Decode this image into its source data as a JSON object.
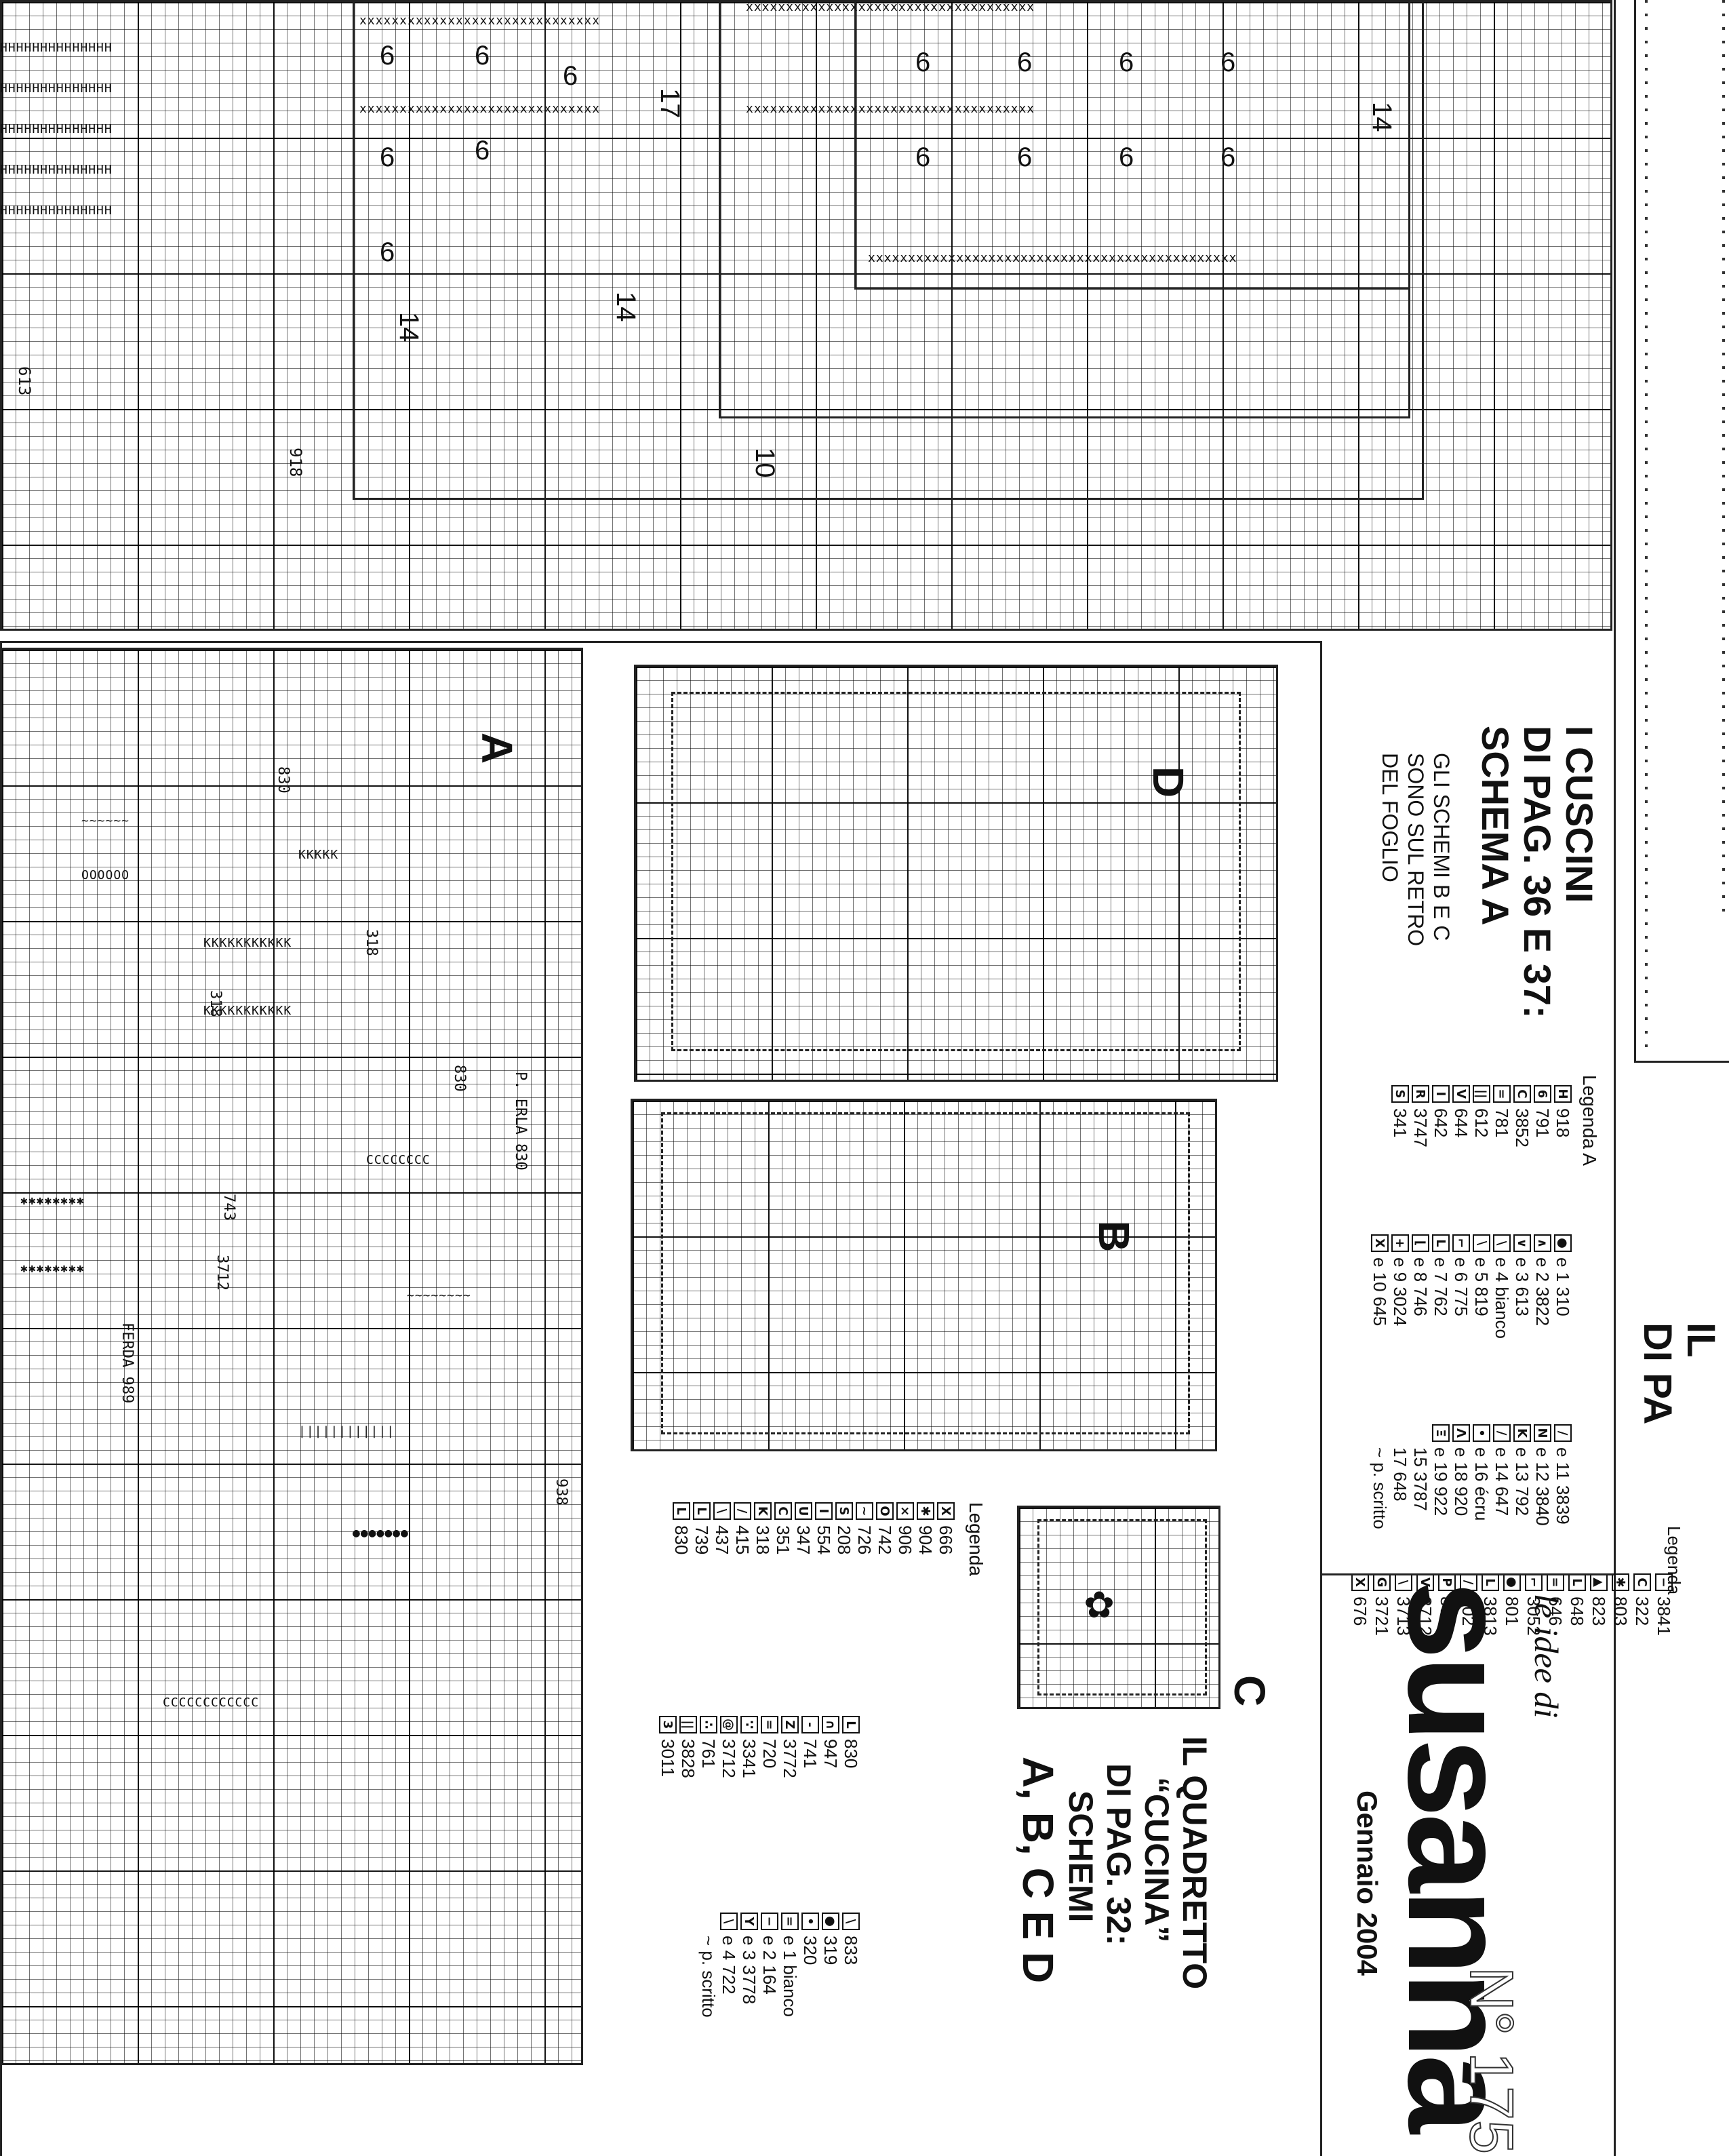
{
  "cushions": {
    "line1": "I CUSCINI",
    "line2": "DI PAG. 36 E 37:",
    "line3": "SCHEMA A",
    "note1": "GLI SCHEMI B E C",
    "note2": "SONO SUL RETRO",
    "note3": "DEL FOGLIO",
    "legend_title": "Legenda A",
    "legend_col1": [
      {
        "sym": "H",
        "code": "918"
      },
      {
        "sym": "6",
        "code": "791"
      },
      {
        "sym": "C",
        "code": "3852"
      },
      {
        "sym": "=",
        "code": "781"
      },
      {
        "sym": "||",
        "code": "612"
      },
      {
        "sym": "V",
        "code": "644"
      },
      {
        "sym": "I",
        "code": "642"
      },
      {
        "sym": "R",
        "code": "3747"
      },
      {
        "sym": "S",
        "code": "341"
      }
    ],
    "legend_col2": [
      {
        "sym": "●",
        "code": "e 1 310"
      },
      {
        "sym": "∧",
        "code": "e 2 3822"
      },
      {
        "sym": "∨",
        "code": "e 3 613"
      },
      {
        "sym": "\\",
        "code": "e 4 bianco"
      },
      {
        "sym": "∖",
        "code": "e 5 819"
      },
      {
        "sym": "⌐",
        "code": "e 6 775"
      },
      {
        "sym": "L",
        "code": "e 7 762"
      },
      {
        "sym": "⌊",
        "code": "e 8 746"
      },
      {
        "sym": "+",
        "code": "e 9 3024"
      },
      {
        "sym": "X",
        "code": "e 10 645"
      }
    ],
    "legend_col3": [
      {
        "sym": "∕",
        "code": "e 11 3839"
      },
      {
        "sym": "N",
        "code": "e 12 3840"
      },
      {
        "sym": "K",
        "code": "e 13 792"
      },
      {
        "sym": "/",
        "code": "e 14 647"
      },
      {
        "sym": "•",
        "code": "e 16 écru"
      },
      {
        "sym": "Λ",
        "code": "e 18 920"
      },
      {
        "sym": "Ξ",
        "code": "e 19 922"
      },
      {
        "sym": "",
        "code": "15 3787"
      },
      {
        "sym": "",
        "code": "17 648"
      },
      {
        "sym": "",
        "code": "~ p. scritto"
      }
    ]
  },
  "kitchen": {
    "line1": "IL QUADRETTO",
    "line2": "“CUCINA”",
    "line3": "DI PAG. 32:",
    "line4": "SCHEMI",
    "line5": "A, B, C E D",
    "legend_title": "Legenda",
    "legend_col1": [
      {
        "sym": "X",
        "code": "666"
      },
      {
        "sym": "✱",
        "code": "904"
      },
      {
        "sym": "×",
        "code": "906"
      },
      {
        "sym": "O",
        "code": "742"
      },
      {
        "sym": "~",
        "code": "726"
      },
      {
        "sym": "S",
        "code": "208"
      },
      {
        "sym": "I",
        "code": "554"
      },
      {
        "sym": "U",
        "code": "347"
      },
      {
        "sym": "C",
        "code": "351"
      },
      {
        "sym": "K",
        "code": "318"
      },
      {
        "sym": "/",
        "code": "415"
      },
      {
        "sym": "\\",
        "code": "437"
      },
      {
        "sym": "L",
        "code": "739"
      },
      {
        "sym": "L",
        "code": "830"
      }
    ],
    "legend_col2": [
      {
        "sym": "L",
        "code": "830"
      },
      {
        "sym": "∩",
        "code": "947"
      },
      {
        "sym": "-",
        "code": "741"
      },
      {
        "sym": "Z",
        "code": "3772"
      },
      {
        "sym": "=",
        "code": "720"
      },
      {
        "sym": "∵",
        "code": "3341"
      },
      {
        "sym": "@",
        "code": "3712"
      },
      {
        "sym": "∴",
        "code": "761"
      },
      {
        "sym": "||",
        "code": "3828"
      },
      {
        "sym": "3",
        "code": "3011"
      }
    ],
    "legend_col3": [
      {
        "sym": "\\",
        "code": "833"
      },
      {
        "sym": "●",
        "code": "319"
      },
      {
        "sym": "•",
        "code": "320"
      },
      {
        "sym": "=",
        "code": "e 1 bianco"
      },
      {
        "sym": "−",
        "code": "e 2 164"
      },
      {
        "sym": "Y",
        "code": "e 3 3778"
      },
      {
        "sym": "\\",
        "code": "e 4 722"
      },
      {
        "sym": "",
        "code": "~ p. scritto"
      }
    ]
  },
  "magazine": {
    "brand_small": "le idee di",
    "brand": "susanna",
    "issue": "N° 175",
    "date": "Gennaio 2004"
  },
  "chart_labels": {
    "A": "A",
    "B": "B",
    "C": "C",
    "D": "D",
    "n10": "10",
    "n14a": "14",
    "n14b": "14",
    "n14c": "14",
    "n17": "17"
  },
  "right_edge": {
    "line1": "IL",
    "line2": "DI PA",
    "legend_title": "Legenda",
    "codes": [
      "3841",
      "322",
      "803",
      "823",
      "648",
      "646",
      "3052",
      "801",
      "3813",
      "502",
      "800",
      "3712",
      "3713",
      "3721",
      "676"
    ]
  },
  "chart_notes": {
    "n830a": "830",
    "n318a": "318",
    "n318b": "318",
    "n830b": "830",
    "perla": "P. ERLA 830",
    "n743": "743",
    "n3712": "3712",
    "ferda": "FERDA 989",
    "n938": "938",
    "n613": "613",
    "n918": "918"
  }
}
